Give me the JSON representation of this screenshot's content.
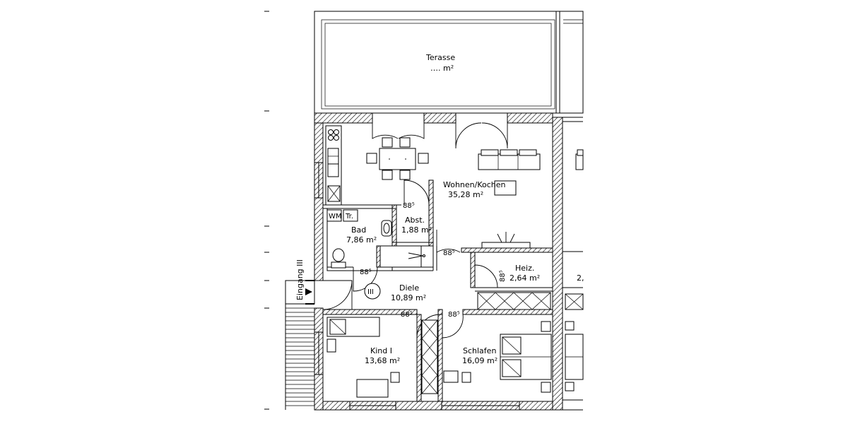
{
  "rooms": {
    "terasse": {
      "name": "Terasse",
      "area": "…. m²"
    },
    "wohnen": {
      "name": "Wohnen/Kochen",
      "area": "35,28 m²"
    },
    "bad": {
      "name": "Bad",
      "area": "7,86 m²"
    },
    "abst": {
      "name": "Abst.",
      "area": "1,88 m²"
    },
    "heiz": {
      "name": "Heiz.",
      "area": "2,64 m²"
    },
    "diele": {
      "name": "Diele",
      "area": "10,89 m²"
    },
    "kind": {
      "name": "Kind I",
      "area": "13,68 m²"
    },
    "schlafen": {
      "name": "Schlafen",
      "area": "16,09 m²"
    },
    "partial": {
      "area": "2,"
    }
  },
  "doors": {
    "abst": "88⁵",
    "bad": "88⁵",
    "wohnen": "88⁵",
    "heiz": "88⁵",
    "kind": "88⁵",
    "schlafen": "88⁵"
  },
  "fixtures": {
    "washer": "WM",
    "dryer": "Tr."
  },
  "entrance": {
    "label": "Eingang III",
    "stair_mark": "III"
  }
}
